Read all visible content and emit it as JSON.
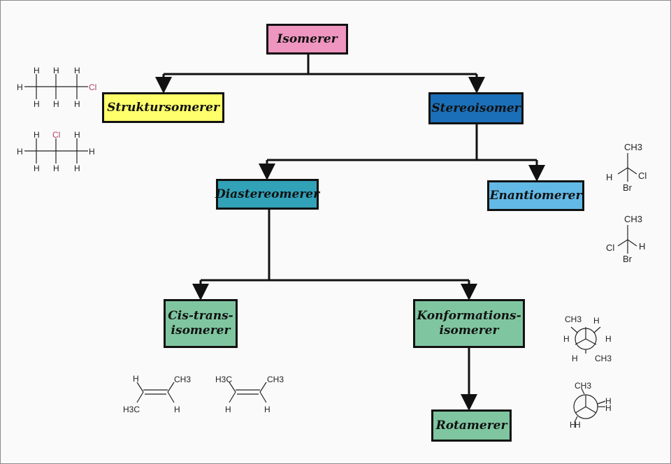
{
  "colors": {
    "isomerer": "#ee96c0",
    "strukturisomerer": "#ffff6c",
    "stereoisomer": "#1b6fb8",
    "diastereomerer": "#31a2b8",
    "enantiomerer": "#62b9e6",
    "cis_trans": "#7fc6a0",
    "konformation": "#7fc6a0",
    "rotamerer": "#7fc6a0"
  },
  "nodes": {
    "isomerer": "Isomerer",
    "strukturisomerer": "Struktursomerer",
    "stereoisomer": "Stereoisomer",
    "diastereomerer": "Diastereomerer",
    "enantiomerer": "Enantiomerer",
    "cis_trans": "Cis-trans-\nisomerer",
    "konformation": "Konformations-\nisomerer",
    "rotamerer": "Rotamerer"
  },
  "molecules": {
    "h": "H",
    "cl": "Cl",
    "br": "Br",
    "ch3": "CH3",
    "h3c": "H3C"
  }
}
